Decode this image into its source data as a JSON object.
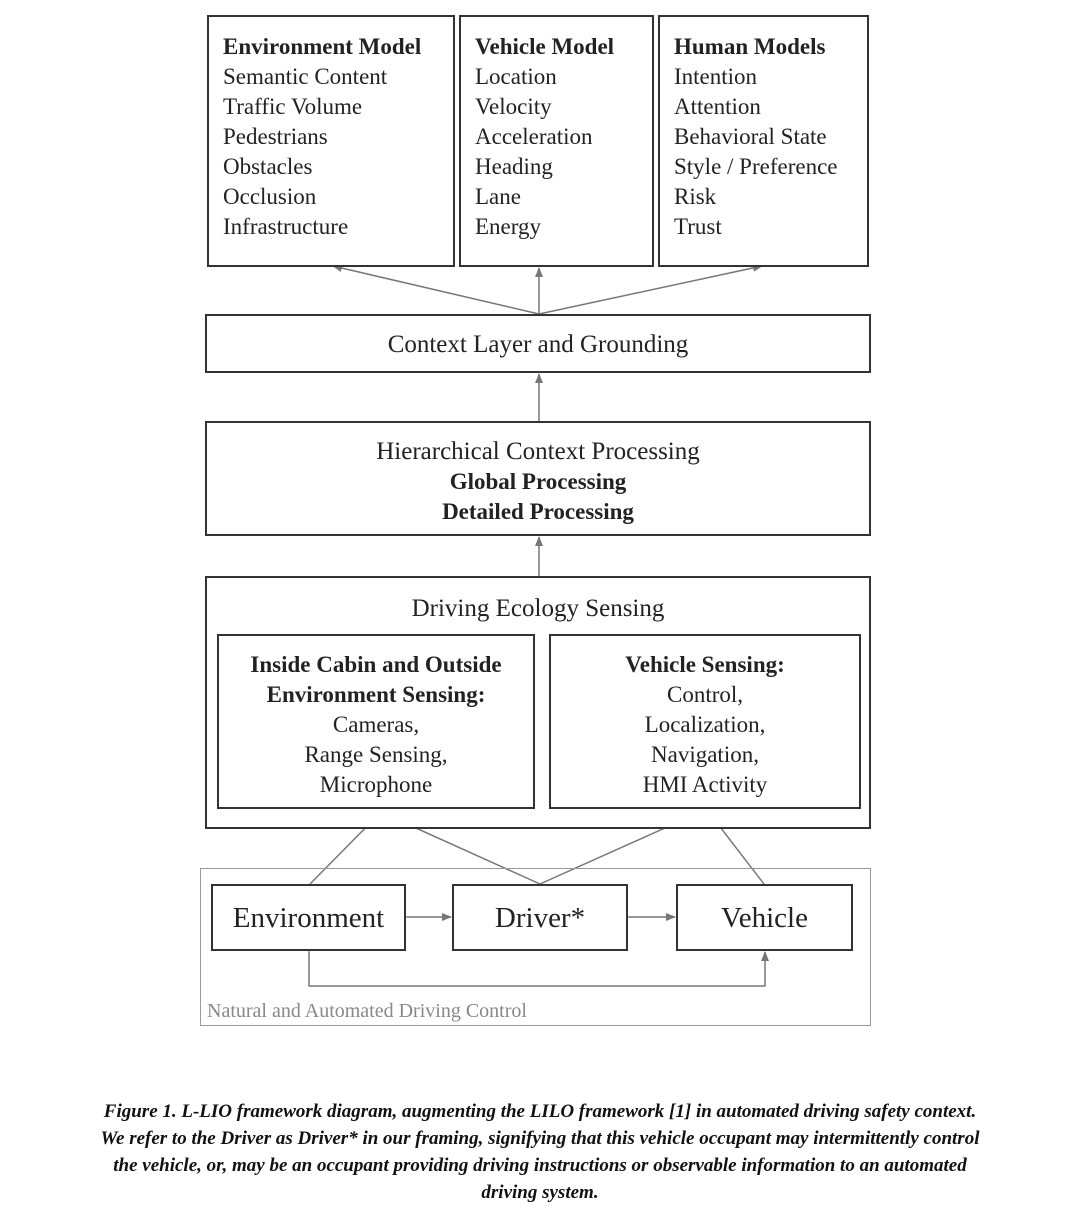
{
  "models": {
    "environment": {
      "title": "Environment Model",
      "items": [
        "Semantic Content",
        "Traffic Volume",
        "Pedestrians",
        "Obstacles",
        "Occlusion",
        "Infrastructure"
      ]
    },
    "vehicle": {
      "title": "Vehicle Model",
      "items": [
        "Location",
        "Velocity",
        "Acceleration",
        "Heading",
        "Lane",
        "Energy"
      ]
    },
    "human": {
      "title": "Human Models",
      "items": [
        "Intention",
        "Attention",
        "Behavioral State",
        "Style / Preference",
        "Risk",
        "Trust"
      ]
    }
  },
  "context_layer": "Context Layer and Grounding",
  "hierarchical": {
    "title": "Hierarchical Context Processing",
    "global": "Global Processing",
    "detailed": "Detailed Processing"
  },
  "sensing": {
    "title": "Driving Ecology Sensing",
    "inside": {
      "title_line1": "Inside Cabin and Outside",
      "title_line2": "Environment Sensing:",
      "items": [
        "Cameras,",
        "Range Sensing,",
        "Microphone"
      ]
    },
    "vehicle": {
      "title": "Vehicle Sensing:",
      "items": [
        "Control,",
        "Localization,",
        "Navigation,",
        "HMI Activity"
      ]
    }
  },
  "control": {
    "label": "Natural and Automated Driving Control",
    "environment": "Environment",
    "driver": "Driver*",
    "vehicle": "Vehicle"
  },
  "caption": [
    "Figure 1. L-LIO framework diagram, augmenting the LILO framework [1] in automated driving safety context.",
    "We refer to the Driver as Driver* in our framing, signifying that this vehicle occupant may intermittently control",
    "the vehicle, or, may be an occupant providing driving instructions or observable information to an automated",
    "driving system."
  ]
}
